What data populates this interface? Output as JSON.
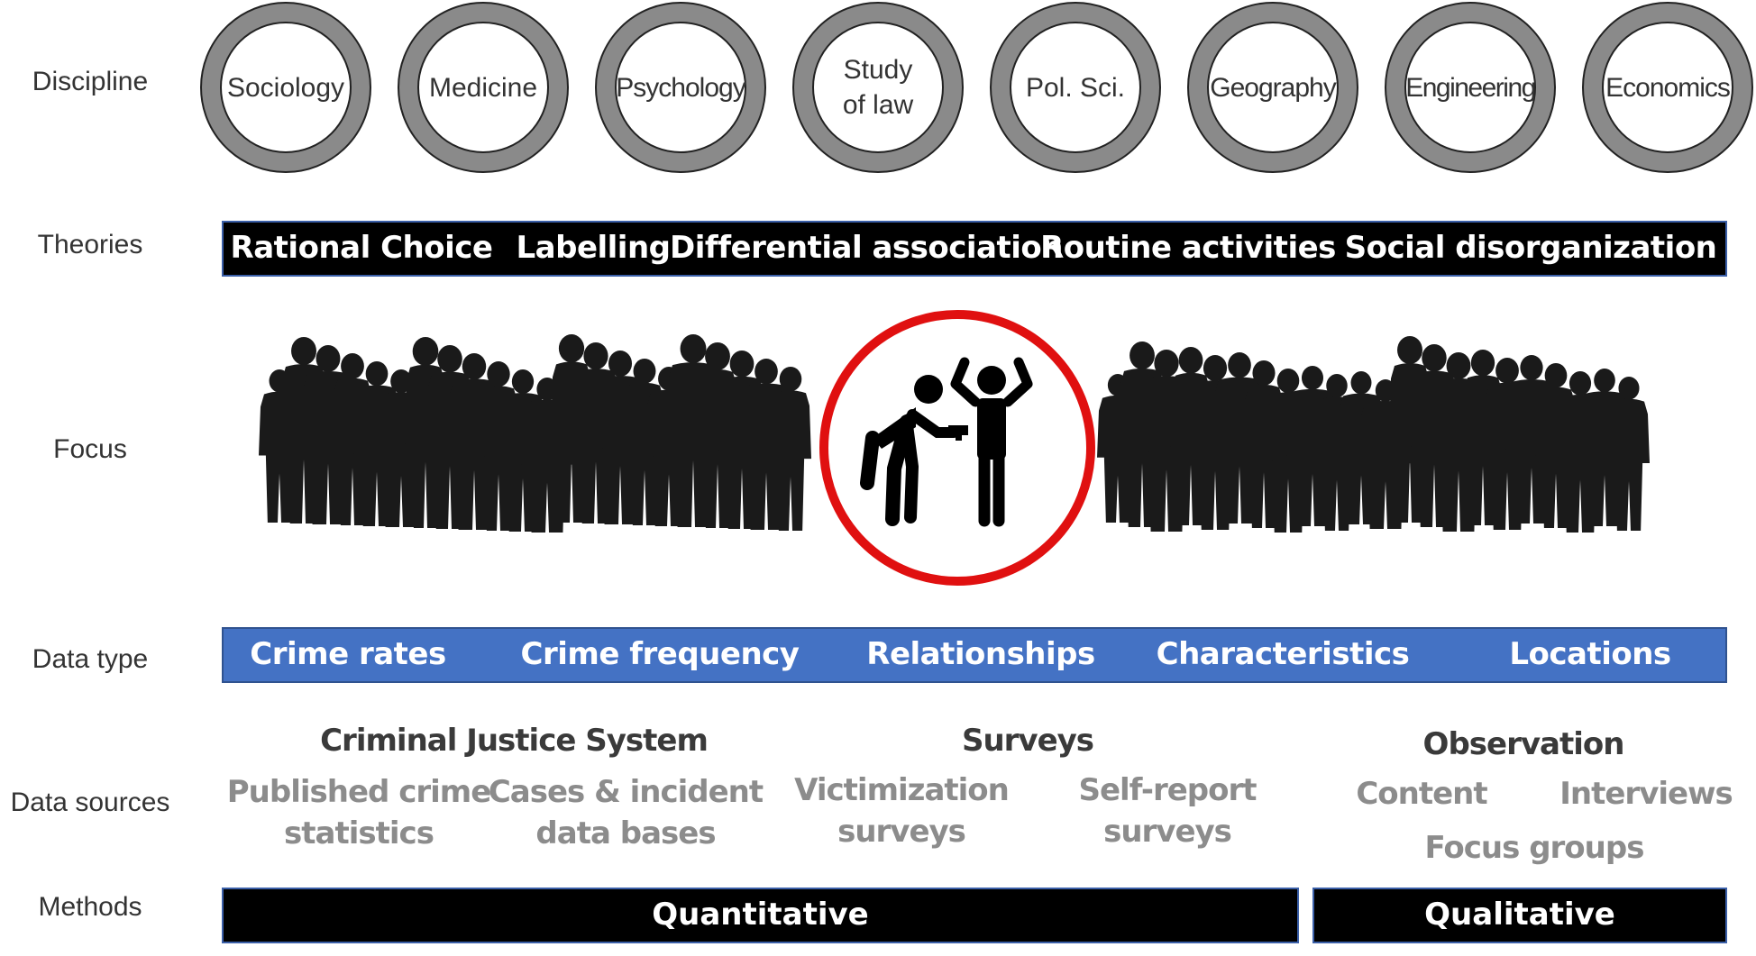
{
  "rows": {
    "discipline": "Discipline",
    "theories": "Theories",
    "focus": "Focus",
    "data_type": "Data type",
    "data_sources": "Data sources",
    "methods": "Methods"
  },
  "disciplines": [
    {
      "line1": "Sociology",
      "line2": ""
    },
    {
      "line1": "Medicine",
      "line2": ""
    },
    {
      "line1": "Psychology",
      "line2": ""
    },
    {
      "line1": "Study",
      "line2": "of law"
    },
    {
      "line1": "Pol. Sci.",
      "line2": ""
    },
    {
      "line1": "Geography",
      "line2": ""
    },
    {
      "line1": "Engineering",
      "line2": ""
    },
    {
      "line1": "Economics",
      "line2": ""
    }
  ],
  "theories": [
    "Rational Choice",
    "Labelling",
    "Differential association",
    "Routine activities",
    "Social disorganization"
  ],
  "data_types": [
    "Crime rates",
    "Crime frequency",
    "Relationships",
    "Characteristics",
    "Locations"
  ],
  "sources": {
    "cjs": {
      "heading": "Criminal Justice System",
      "published_l1": "Published crime",
      "published_l2": "statistics",
      "cases_l1": "Cases & incident",
      "cases_l2": "data bases"
    },
    "surveys": {
      "heading": "Surveys",
      "victim_l1": "Victimization",
      "victim_l2": "surveys",
      "self_l1": "Self-report",
      "self_l2": "surveys"
    },
    "observation": {
      "heading": "Observation",
      "content": "Content",
      "interviews": "Interviews",
      "focus_groups": "Focus groups"
    }
  },
  "methods": {
    "quantitative": "Quantitative",
    "qualitative": "Qualitative"
  },
  "colors": {
    "data_type_bar": "#4472c4",
    "focus_ring": "#e01010",
    "discipline_ring": "#8a8a8a"
  }
}
